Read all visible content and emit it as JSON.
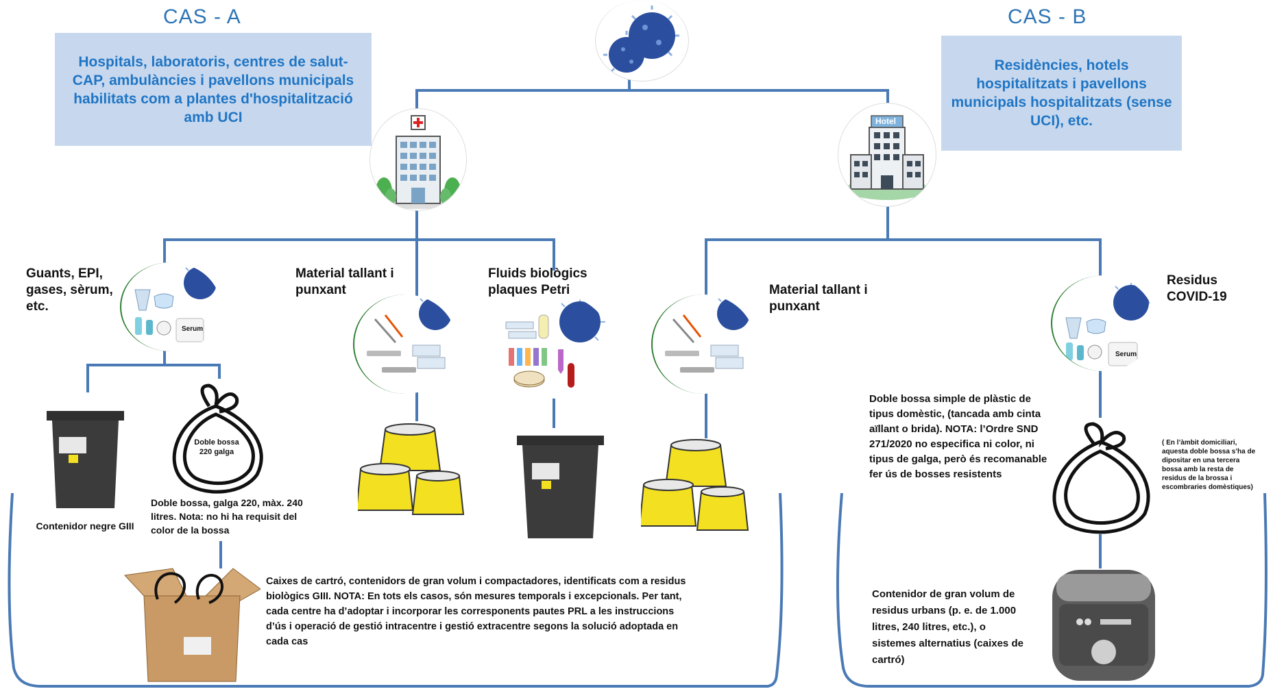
{
  "cas_a": {
    "title": "CAS - A",
    "description": "Hospitals, laboratoris,  centres de salut-CAP, ambulàncies i pavellons municipals habilitats com a plantes d'hospitalització amb UCI"
  },
  "cas_b": {
    "title": "CAS - B",
    "description": "Residències, hotels hospitalitzats i pavellons municipals hospitalitzats (sense UCI), etc."
  },
  "hotel_sign": "Hotel",
  "branch_labels": {
    "guants": "Guants, EPI, gases, sèrum, etc.",
    "tallant_a": "Material tallant i punxant",
    "fluids": "Fluids biològics plaques Petri",
    "tallant_b": "Material tallant i punxant",
    "residus": "Residus COVID-19"
  },
  "serum_label": "Serum",
  "bag_label": "Doble bossa 220 galga",
  "container_negre": "Contenidor negre GIII",
  "doble_bossa_note": "Doble bossa, galga 220, màx. 240 litres. Nota: no hi ha requisit del color de la bossa",
  "caixes_note": "Caixes de cartró, contenidors de gran volum i compactadores, identificats com a residus biològics GIII.  NOTA: En tots els casos, són mesures temporals i excepcionals. Per tant, cada centre ha d’adoptar i incorporar les corresponents pautes PRL a les instruccions d’ús i operació de gestió intracentre i gestió extracentre segons la solució adoptada en cada cas",
  "bossa_simple_note": "Doble bossa simple de plàstic de tipus domèstic, (tancada amb cinta aïllant o brida). NOTA: l’Ordre SND 271/2020 no especifica ni color, ni tipus de galga,  però és recomanable fer   ús de bosses resistents",
  "domiciliari_note": "( En l’àmbit domiciliari, aquesta doble bossa s’ha de dipositar en una tercera bossa amb la resta de residus de la brossa i escombraries domèstiques)",
  "contenidor_gran_note": "Contenidor de  gran volum de residus urbans (p. e. de 1.000 litres, 240 litres, etc.), o sistemes alternatius (caixes de cartró)",
  "colors": {
    "connector": "#4a7ab5",
    "box_bg": "#c7d8ee",
    "box_text": "#1f75c4",
    "title": "#2e75b6",
    "virus": "#2b4f9e",
    "virus_spike": "#8ab0e0",
    "yellow": "#f2e021",
    "dark_bin": "#3b3b3b",
    "cardboard": "#c99a65"
  }
}
